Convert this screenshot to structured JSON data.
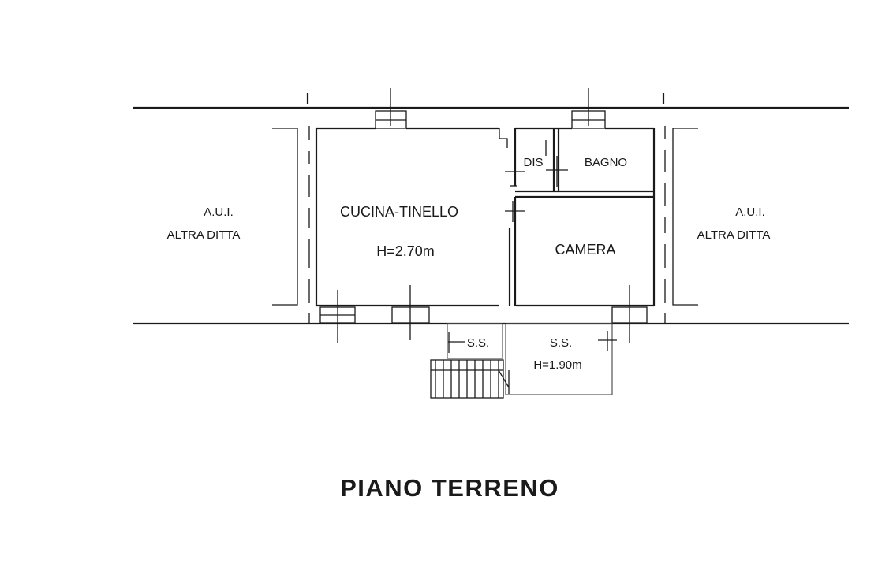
{
  "title": "PIANO TERRENO",
  "rooms": {
    "cucina": "CUCINA-TINELLO",
    "cucina_height": "H=2.70m",
    "dis": "DIS",
    "bagno": "BAGNO",
    "camera": "CAMERA",
    "ss_left": "S.S.",
    "ss_right": "S.S.",
    "ss_height": "H=1.90m"
  },
  "neighbors": {
    "left": {
      "line1": "A.U.I.",
      "line2": "ALTRA DITTA"
    },
    "right": {
      "line1": "A.U.I.",
      "line2": "ALTRA DITTA"
    }
  }
}
